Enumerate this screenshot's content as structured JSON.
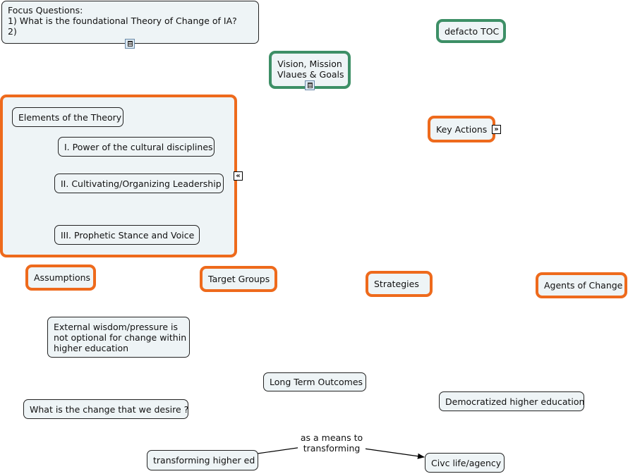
{
  "focus": {
    "line1": "Focus Questions:",
    "line2": "1) What is the foundational Theory of Change of IA?",
    "line3": "2)"
  },
  "defacto": "defacto TOC",
  "vision": {
    "line1": "Vision, Mission",
    "line2": "Vlaues & Goals"
  },
  "key_actions": "Key Actions",
  "elements": {
    "title": "Elements of the Theory",
    "items": [
      "I. Power of the cultural disciplines",
      "II. Cultivating/Organizing Leadership",
      "III. Prophetic Stance and Voice"
    ]
  },
  "categories": {
    "assumptions": "Assumptions",
    "target_groups": "Target Groups",
    "strategies": "Strategies",
    "agents": "Agents of Change"
  },
  "external": {
    "line1": "External wisdom/pressure is",
    "line2": "not optional for change within",
    "line3": "higher education"
  },
  "long_term": "Long Term Outcomes",
  "democratized": "Democratized higher education",
  "change_desire": "What is the change that we desire ?",
  "transforming": "transforming higher ed",
  "link_label": {
    "line1": "as a means to",
    "line2": "transforming"
  },
  "civic": "Civc life/agency",
  "icons": {
    "doc": "document-icon",
    "expand_right": "expand-right-icon",
    "collapse_left": "collapse-left-icon"
  },
  "colors": {
    "orange_border": "#ee6a1c",
    "green_border": "#3d8f66",
    "node_fill": "#eef4f6"
  }
}
